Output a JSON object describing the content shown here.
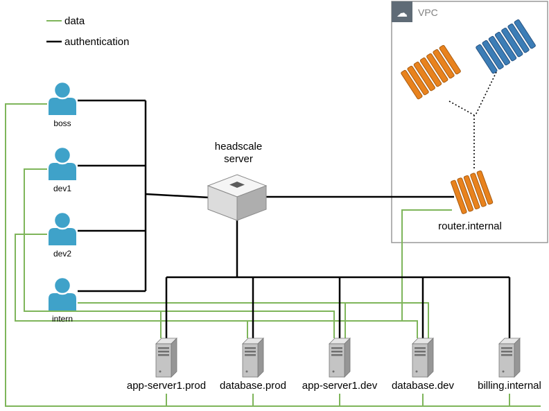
{
  "legend": {
    "items": [
      {
        "label": "data",
        "type": "data"
      },
      {
        "label": "authentication",
        "type": "authentication"
      }
    ]
  },
  "users": [
    {
      "label": "boss"
    },
    {
      "label": "dev1"
    },
    {
      "label": "dev2"
    },
    {
      "label": "intern"
    }
  ],
  "hub": {
    "label": "headscale server",
    "lines": [
      "headscale",
      "server"
    ]
  },
  "vpc": {
    "title": "VPC",
    "icon": "cloud-icon",
    "icon_glyph": "☁",
    "router": {
      "label": "router.internal"
    }
  },
  "servers": [
    {
      "label": "app-server1.prod"
    },
    {
      "label": "database.prod"
    },
    {
      "label": "app-server1.dev"
    },
    {
      "label": "database.dev"
    },
    {
      "label": "billing.internal"
    }
  ],
  "edges": {
    "authentication": [
      "boss - headscale server",
      "dev1 - headscale server",
      "dev2 - headscale server",
      "intern - headscale server",
      "headscale server - router.internal",
      "headscale server - app-server1.prod",
      "headscale server - database.prod",
      "headscale server - app-server1.dev",
      "headscale server - database.dev",
      "headscale server - billing.internal"
    ],
    "data": [
      "boss - all servers",
      "dev1 - app-server1.prod / app-server1.dev",
      "dev2 - database.prod / database.dev",
      "intern - app-server1.dev / database.dev",
      "router.internal - data network"
    ]
  },
  "colors": {
    "data-line": "#7EB55A",
    "auth-line": "#000000",
    "user-icon": "#3FA2C9",
    "aws-orange": "#E8821D",
    "aws-blue": "#3C7DB6",
    "vpc-header-bg": "#5F6B76",
    "vpc-border": "#999999",
    "vpc-title-text": "#808080"
  }
}
